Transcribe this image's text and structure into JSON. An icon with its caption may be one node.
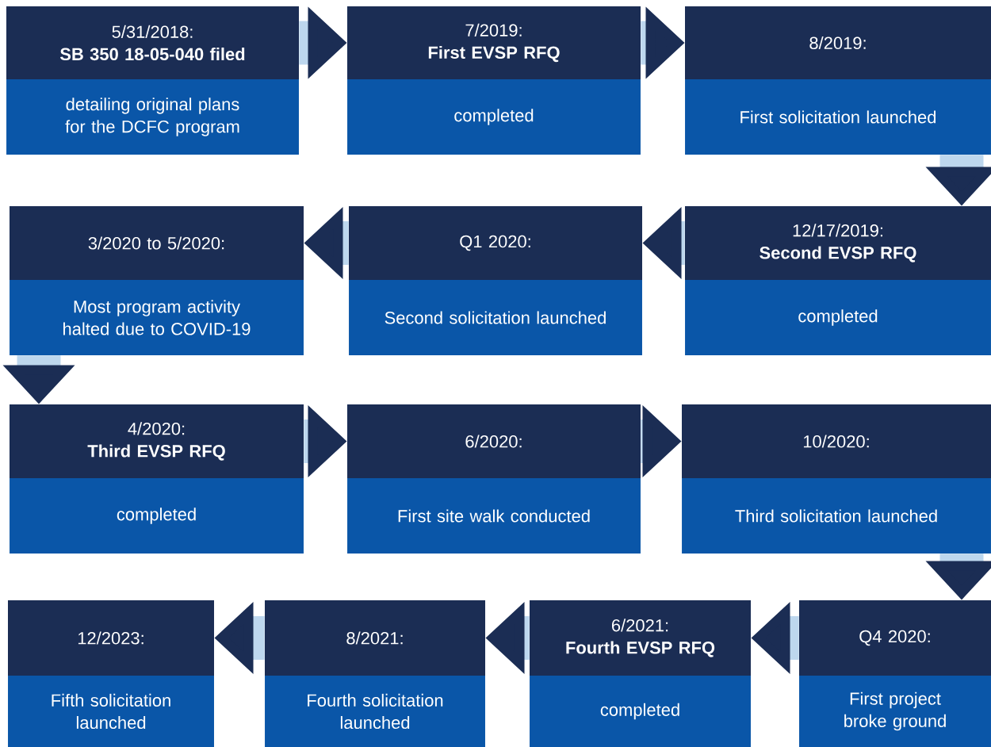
{
  "diagram": {
    "nodes": [
      {
        "text": [
          "5/31/2018:",
          "SB 350 18-05-040 filed",
          "detailing original plans for the DCFC program"
        ]
      },
      {
        "text": [
          "7/2019:",
          "First EVSP RFQ",
          "completed"
        ]
      },
      {
        "text": [
          "8/2019:",
          "First solicitation launched"
        ]
      },
      {
        "text": [
          "12/17/2019:",
          "Second EVSP RFQ",
          "completed"
        ]
      },
      {
        "text": [
          "Q1 2020:",
          "Second solicitation launched"
        ]
      },
      {
        "text": [
          "3/2020 to 5/2020:",
          "Most program activity halted due to COVID-19"
        ]
      },
      {
        "text": [
          "4/2020:",
          "Third EVSP RFQ",
          "completed"
        ]
      },
      {
        "text": [
          "6/2020:",
          "First site walk conducted"
        ]
      },
      {
        "text": [
          "10/2020:",
          "Third solicitation launched"
        ]
      },
      {
        "text": [
          "Q4 2020:",
          "First project broke ground"
        ]
      },
      {
        "text": [
          "6/2021:",
          "Fourth EVSP RFQ",
          "completed"
        ]
      },
      {
        "text": [
          "8/2021:",
          "Fourth solicitation launched"
        ]
      },
      {
        "text": [
          "12/2023:",
          "Fifth solicitation launched"
        ]
      }
    ],
    "edges": [
      {
        "from": 0,
        "to": 1,
        "arrow": "to"
      },
      {
        "from": 1,
        "to": 2,
        "arrow": "to"
      },
      {
        "from": 2,
        "to": 3,
        "arrow": "to"
      },
      {
        "from": 3,
        "to": 4,
        "arrow": "to"
      },
      {
        "from": 4,
        "to": 5,
        "arrow": "to"
      },
      {
        "from": 5,
        "to": 6,
        "arrow": "to"
      },
      {
        "from": 6,
        "to": 7,
        "arrow": "to"
      },
      {
        "from": 7,
        "to": 8,
        "arrow": "to"
      },
      {
        "from": 8,
        "to": 9,
        "arrow": "to"
      },
      {
        "from": 9,
        "to": 10,
        "arrow": "to"
      },
      {
        "from": 10,
        "to": 11,
        "arrow": "to"
      },
      {
        "from": 11,
        "to": 12,
        "arrow": "to"
      }
    ]
  }
}
